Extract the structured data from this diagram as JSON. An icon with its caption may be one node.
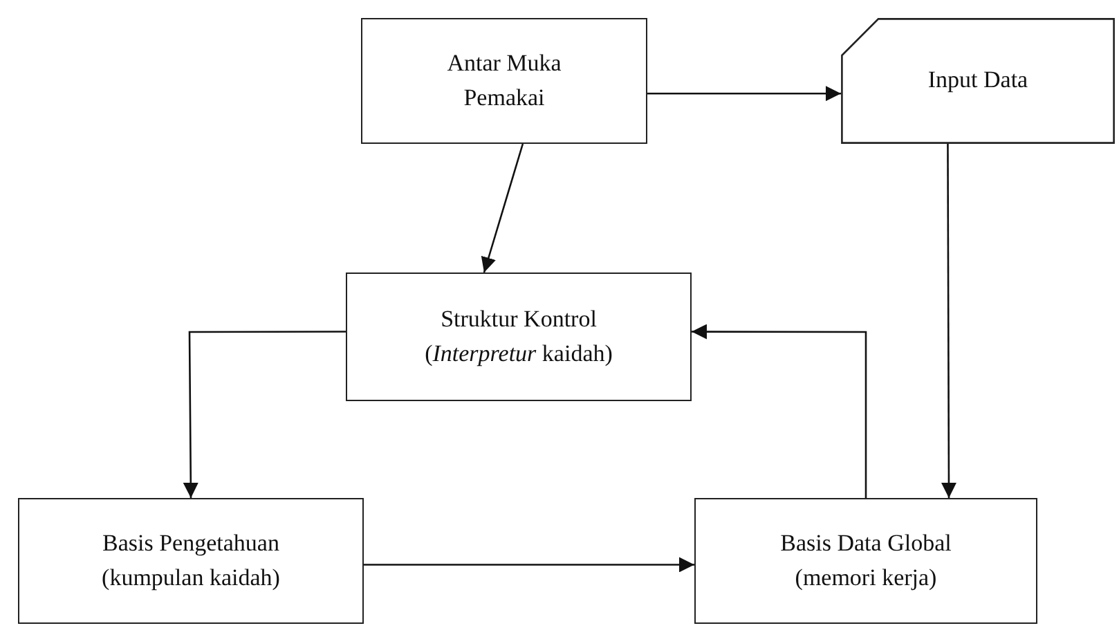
{
  "diagram": {
    "nodes": [
      {
        "text": [
          "Antar Muka Pemakai"
        ]
      },
      {
        "text": [
          "Input Data"
        ]
      },
      {
        "text": [
          "Struktur Kontrol",
          "(*Interpretur* kaidah)"
        ]
      },
      {
        "text": [
          "Basis Pengetahuan",
          "(kumpulan kaidah)"
        ]
      },
      {
        "text": [
          "Basis Data Global",
          "(memori kerja)"
        ]
      }
    ],
    "edges": [
      {
        "from": 0,
        "to": 1,
        "arrow": "to"
      },
      {
        "from": 0,
        "to": 2,
        "arrow": "to"
      },
      {
        "from": 1,
        "to": 4,
        "arrow": "to"
      },
      {
        "from": 4,
        "to": 2,
        "arrow": "to"
      },
      {
        "from": 2,
        "to": 3,
        "arrow": "to"
      },
      {
        "from": 3,
        "to": 4,
        "arrow": "to"
      }
    ]
  }
}
